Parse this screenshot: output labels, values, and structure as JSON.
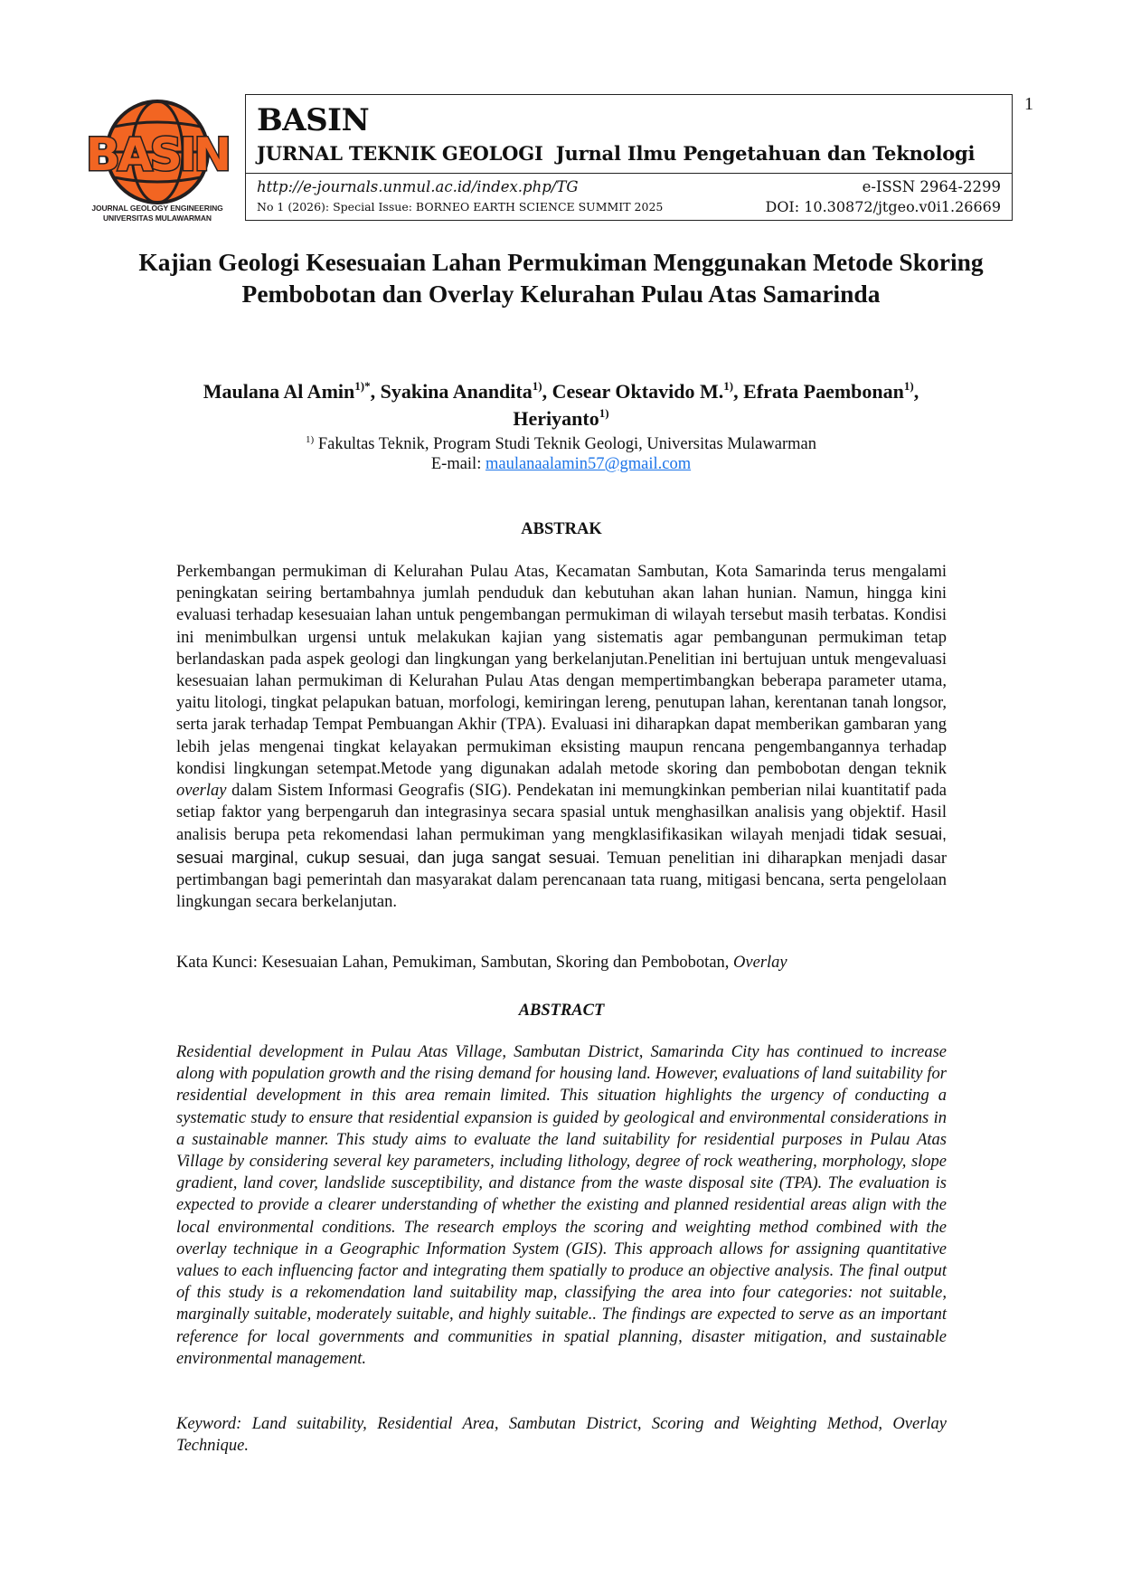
{
  "page_number": "1",
  "logo": {
    "text": "BASIN",
    "caption_line1": "JOURNAL GEOLOGY ENGINEERING",
    "caption_line2": "UNIVERSITAS MULAWARMAN",
    "colors": {
      "primary": "#f26522",
      "outline": "#231f20"
    }
  },
  "header": {
    "journal_name": "BASIN",
    "journal_subtitle": "JURNAL TEKNIK GEOLOGI  Jurnal Ilmu Pengetahuan dan Teknologi",
    "url": "http://e-journals.unmul.ac.id/index.php/TG",
    "issue": "No 1 (2026): Special Issue: BORNEO EARTH SCIENCE SUMMIT 2025",
    "issn": "e-ISSN 2964-2299",
    "doi": "DOI: 10.30872/jtgeo.v0i1.26669"
  },
  "title": {
    "line1": "Kajian Geologi Kesesuaian Lahan Permukiman Menggunakan Metode Skoring",
    "line2": "Pembobotan dan Overlay Kelurahan Pulau Atas Samarinda"
  },
  "authors": [
    {
      "name": "Maulana Al Amin",
      "sup": "1)*",
      "sep": ", "
    },
    {
      "name": "Syakina Anandita",
      "sup": "1)",
      "sep": ", "
    },
    {
      "name": "Cesear Oktavido M.",
      "sup": "1)",
      "sep": ", "
    },
    {
      "name": "Efrata Paembonan",
      "sup": "1)",
      "sep": ","
    },
    {
      "name": "Heriyanto",
      "sup": "1)",
      "sep": ""
    }
  ],
  "affiliation": {
    "sup": "1)",
    "text": " Fakultas Teknik, Program Studi Teknik Geologi, Universitas Mulawarman"
  },
  "email": {
    "label": "E-mail: ",
    "address": "maulanaalamin57@gmail.com"
  },
  "abstrak": {
    "heading": "ABSTRAK",
    "text_part1": "Perkembangan permukiman di Kelurahan Pulau Atas, Kecamatan Sambutan, Kota Samarinda terus mengalami peningkatan seiring bertambahnya jumlah penduduk dan kebutuhan akan lahan hunian. Namun, hingga kini evaluasi terhadap kesesuaian lahan untuk pengembangan permukiman di wilayah tersebut masih terbatas. Kondisi ini menimbulkan urgensi untuk melakukan kajian yang sistematis agar pembangunan permukiman tetap berlandaskan pada aspek geologi dan lingkungan yang berkelanjutan.Penelitian ini bertujuan untuk mengevaluasi kesesuaian lahan permukiman di Kelurahan Pulau Atas dengan mempertimbangkan beberapa parameter utama, yaitu litologi, tingkat pelapukan batuan, morfologi, kemiringan lereng, penutupan lahan, kerentanan tanah longsor, serta jarak terhadap Tempat Pembuangan Akhir (TPA). Evaluasi ini diharapkan dapat memberikan gambaran yang lebih jelas mengenai tingkat kelayakan permukiman eksisting maupun rencana pengembangannya terhadap kondisi lingkungan setempat.Metode yang digunakan adalah metode skoring dan pembobotan dengan teknik ",
    "italic_term": "overlay",
    "text_part2": " dalam Sistem Informasi Geografis (SIG). Pendekatan ini memungkinkan pemberian nilai kuantitatif pada setiap faktor yang berpengaruh dan integrasinya secara spasial untuk menghasilkan analisis yang objektif. Hasil analisis berupa peta rekomendasi lahan permukiman yang mengklasifikasikan wilayah menjadi ",
    "categories_text": "tidak sesuai, sesuai marginal, cukup sesuai, dan juga sangat sesuai",
    "text_part3": ". Temuan penelitian ini diharapkan menjadi dasar pertimbangan bagi pemerintah dan masyarakat dalam perencanaan tata ruang, mitigasi bencana, serta pengelolaan lingkungan secara berkelanjutan."
  },
  "kata_kunci": {
    "text": "Kata Kunci: Kesesuaian Lahan, Pemukiman, Sambutan, Skoring dan Pembobotan, ",
    "italic_term": "Overlay"
  },
  "abstract": {
    "heading": "ABSTRACT",
    "text": "Residential development in Pulau Atas Village, Sambutan District, Samarinda City has continued to increase along with population growth and the rising demand for housing land. However, evaluations of land suitability for residential development in this area remain limited. This situation highlights the urgency of conducting a systematic study to ensure that residential expansion is guided by geological and environmental considerations in a sustainable manner. This study aims to evaluate the land suitability for residential purposes in Pulau Atas Village by considering several key parameters, including lithology, degree of rock weathering, morphology, slope gradient, land cover, landslide susceptibility, and distance from the waste disposal site (TPA). The evaluation is expected to provide a clearer understanding of whether the existing and planned residential areas align with the local environmental conditions. The research employs the scoring and weighting method combined with the overlay technique in a Geographic Information System (GIS). This approach allows for assigning quantitative values to each influencing factor and integrating them spatially to produce an objective analysis. The final output of this study is a rekomendation land suitability map, classifying the area into four categories: not suitable, marginally suitable, moderately suitable, and highly suitable.. The findings are expected to serve as an important reference for local governments and communities in spatial planning, disaster mitigation, and sustainable environmental management."
  },
  "keyword": {
    "text": "Keyword: Land suitability, Residential Area, Sambutan District, Scoring and Weighting Method, Overlay Technique."
  }
}
